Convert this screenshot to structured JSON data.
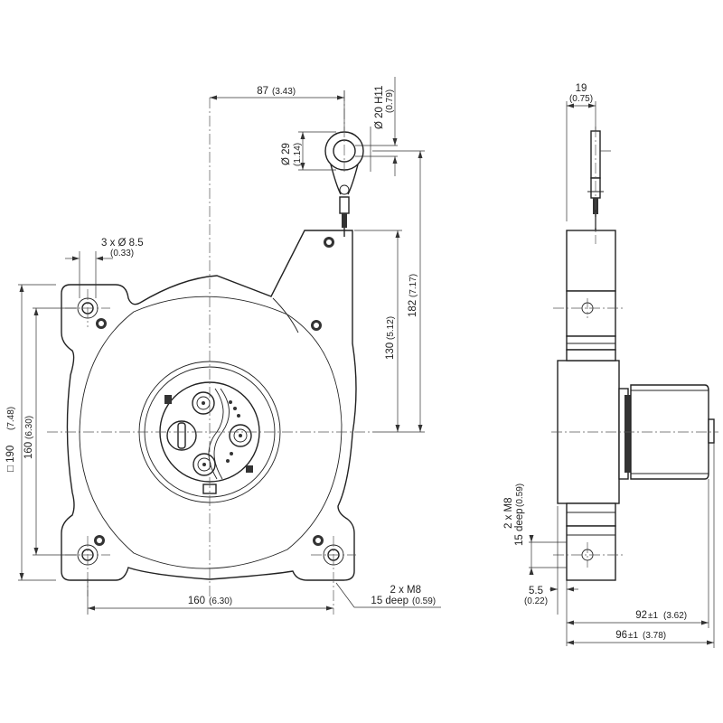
{
  "dimensions": {
    "d87": {
      "value": "87",
      "inch": "(3.43)"
    },
    "d20h11": {
      "value": "Ø 20 H11",
      "inch": "(0.79)"
    },
    "d29": {
      "value": "Ø 29",
      "inch": "(1.14)"
    },
    "d19": {
      "value": "19",
      "inch": "(0.75)"
    },
    "holes": {
      "value": "3 x Ø 8.5",
      "inch": "(0.33)"
    },
    "d190": {
      "value": "□ 190",
      "inch": "(7.48)"
    },
    "d160v": {
      "value": "160",
      "inch": "(6.30)"
    },
    "d130": {
      "value": "130",
      "inch": "(5.12)"
    },
    "d182": {
      "value": "182",
      "inch": "(7.17)"
    },
    "d160h": {
      "value": "160",
      "inch": "(6.30)"
    },
    "m8front": {
      "line1": "2 x M8",
      "line2": "15 deep",
      "inch": "(0.59)"
    },
    "m8side": {
      "line1": "2 x M8",
      "line2": "15 deep",
      "inch": "(0.59)"
    },
    "d55": {
      "value": "5.5",
      "inch": "(0.22)"
    },
    "d92": {
      "value": "92",
      "tol": "±1",
      "inch": "(3.62)"
    },
    "d96": {
      "value": "96",
      "tol": "±1",
      "inch": "(3.78)"
    }
  }
}
